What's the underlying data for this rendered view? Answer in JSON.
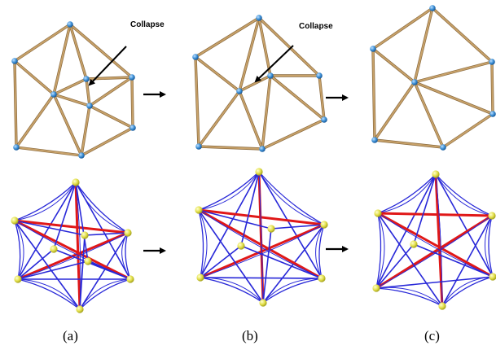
{
  "captions": {
    "a": "(a)",
    "b": "(b)",
    "c": "(c)"
  },
  "callouts": {
    "a": "Collapse",
    "b": "Collapse"
  },
  "colors": {
    "mesh_edge": "#c8a26a",
    "mesh_vertex": "#3b8fd6",
    "graph_blue": "#2828d8",
    "graph_red": "#e01818",
    "graph_node": "#e8e64a",
    "arrow": "#000000"
  }
}
